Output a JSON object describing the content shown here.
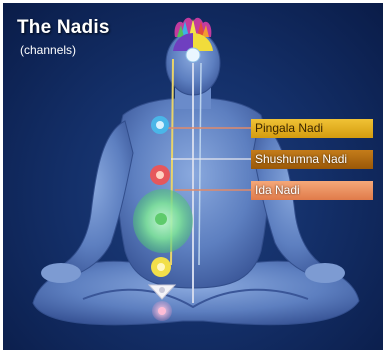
{
  "diagram": {
    "title": "The Nadis",
    "subtitle": "(channels)",
    "labels": {
      "pingala": "Pingala Nadi",
      "shushumna": "Shushumna Nadi",
      "ida": "Ida Nadi"
    }
  },
  "colors": {
    "background": "#14306a",
    "pingala": "#e3b021",
    "shushumna": "#b06d12",
    "ida": "#f0956a"
  }
}
